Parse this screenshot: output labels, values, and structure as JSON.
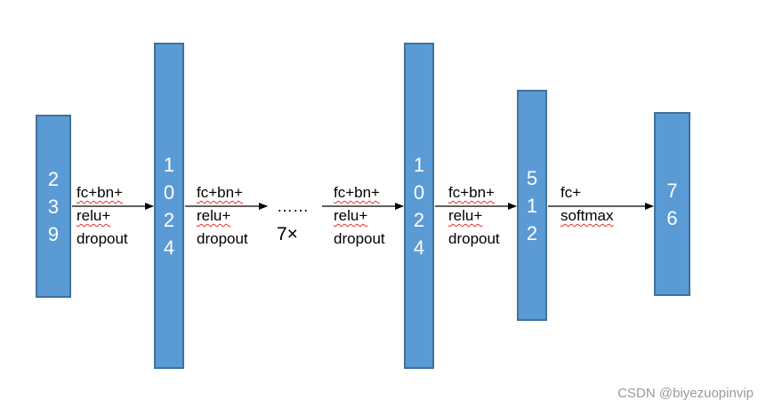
{
  "layers": [
    {
      "digits": [
        "2",
        "3",
        "9"
      ]
    },
    {
      "digits": [
        "1",
        "0",
        "2",
        "4"
      ]
    },
    {
      "digits": [
        "1",
        "0",
        "2",
        "4"
      ]
    },
    {
      "digits": [
        "5",
        "1",
        "2"
      ]
    },
    {
      "digits": [
        "7",
        "6"
      ]
    }
  ],
  "connections": [
    {
      "lines": [
        "fc+bn+",
        "relu+",
        "dropout"
      ]
    },
    {
      "lines": [
        "fc+bn+",
        "relu+",
        "dropout"
      ]
    },
    {
      "lines": [
        "fc+bn+",
        "relu+",
        "dropout"
      ]
    },
    {
      "lines": [
        "fc+bn+",
        "relu+",
        "dropout"
      ]
    },
    {
      "lines": [
        "fc+",
        "softmax"
      ]
    }
  ],
  "repeat": {
    "ellipsis": "……",
    "count": "7×"
  },
  "watermark": "CSDN @biyezuopinvip",
  "colors": {
    "layer_fill": "#5b9bd5",
    "layer_border": "#41719c",
    "arrow": "#000000"
  }
}
